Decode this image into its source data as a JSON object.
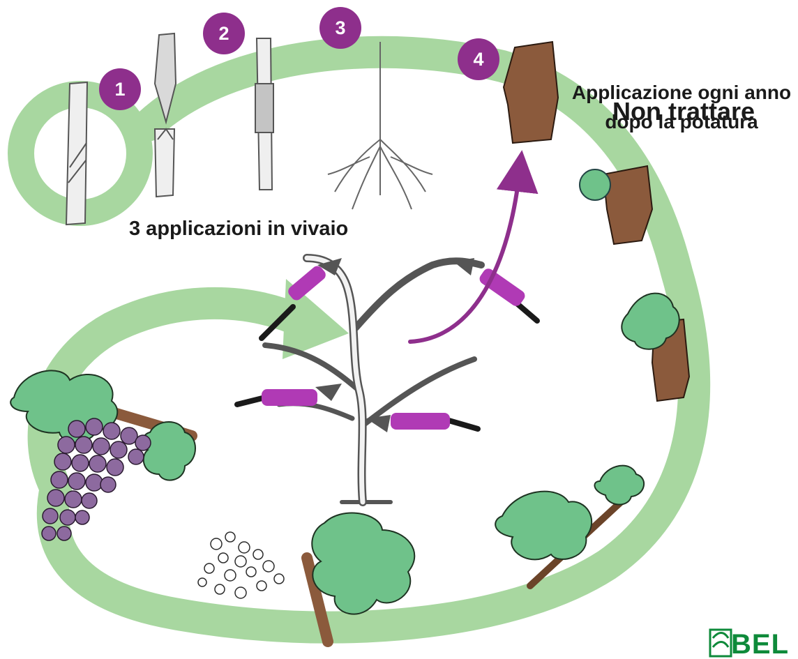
{
  "steps": [
    {
      "number": "1"
    },
    {
      "number": "2"
    },
    {
      "number": "3"
    },
    {
      "number": "4"
    }
  ],
  "labels": {
    "vivaio": "3 applicazioni in vivaio",
    "non_trattare": "Non trattare",
    "applicazione": "Applicazione ogni anno dopo la potatura"
  },
  "logo": {
    "text": "BEL"
  },
  "colors": {
    "cycle_band": "#a8d7a0",
    "accent_purple": "#8e2f8c",
    "leaf_green": "#6fc28a",
    "bark_brown": "#8b5a3c",
    "grape_purple": "#8d6a9f",
    "logo_green": "#0e8a3a"
  }
}
